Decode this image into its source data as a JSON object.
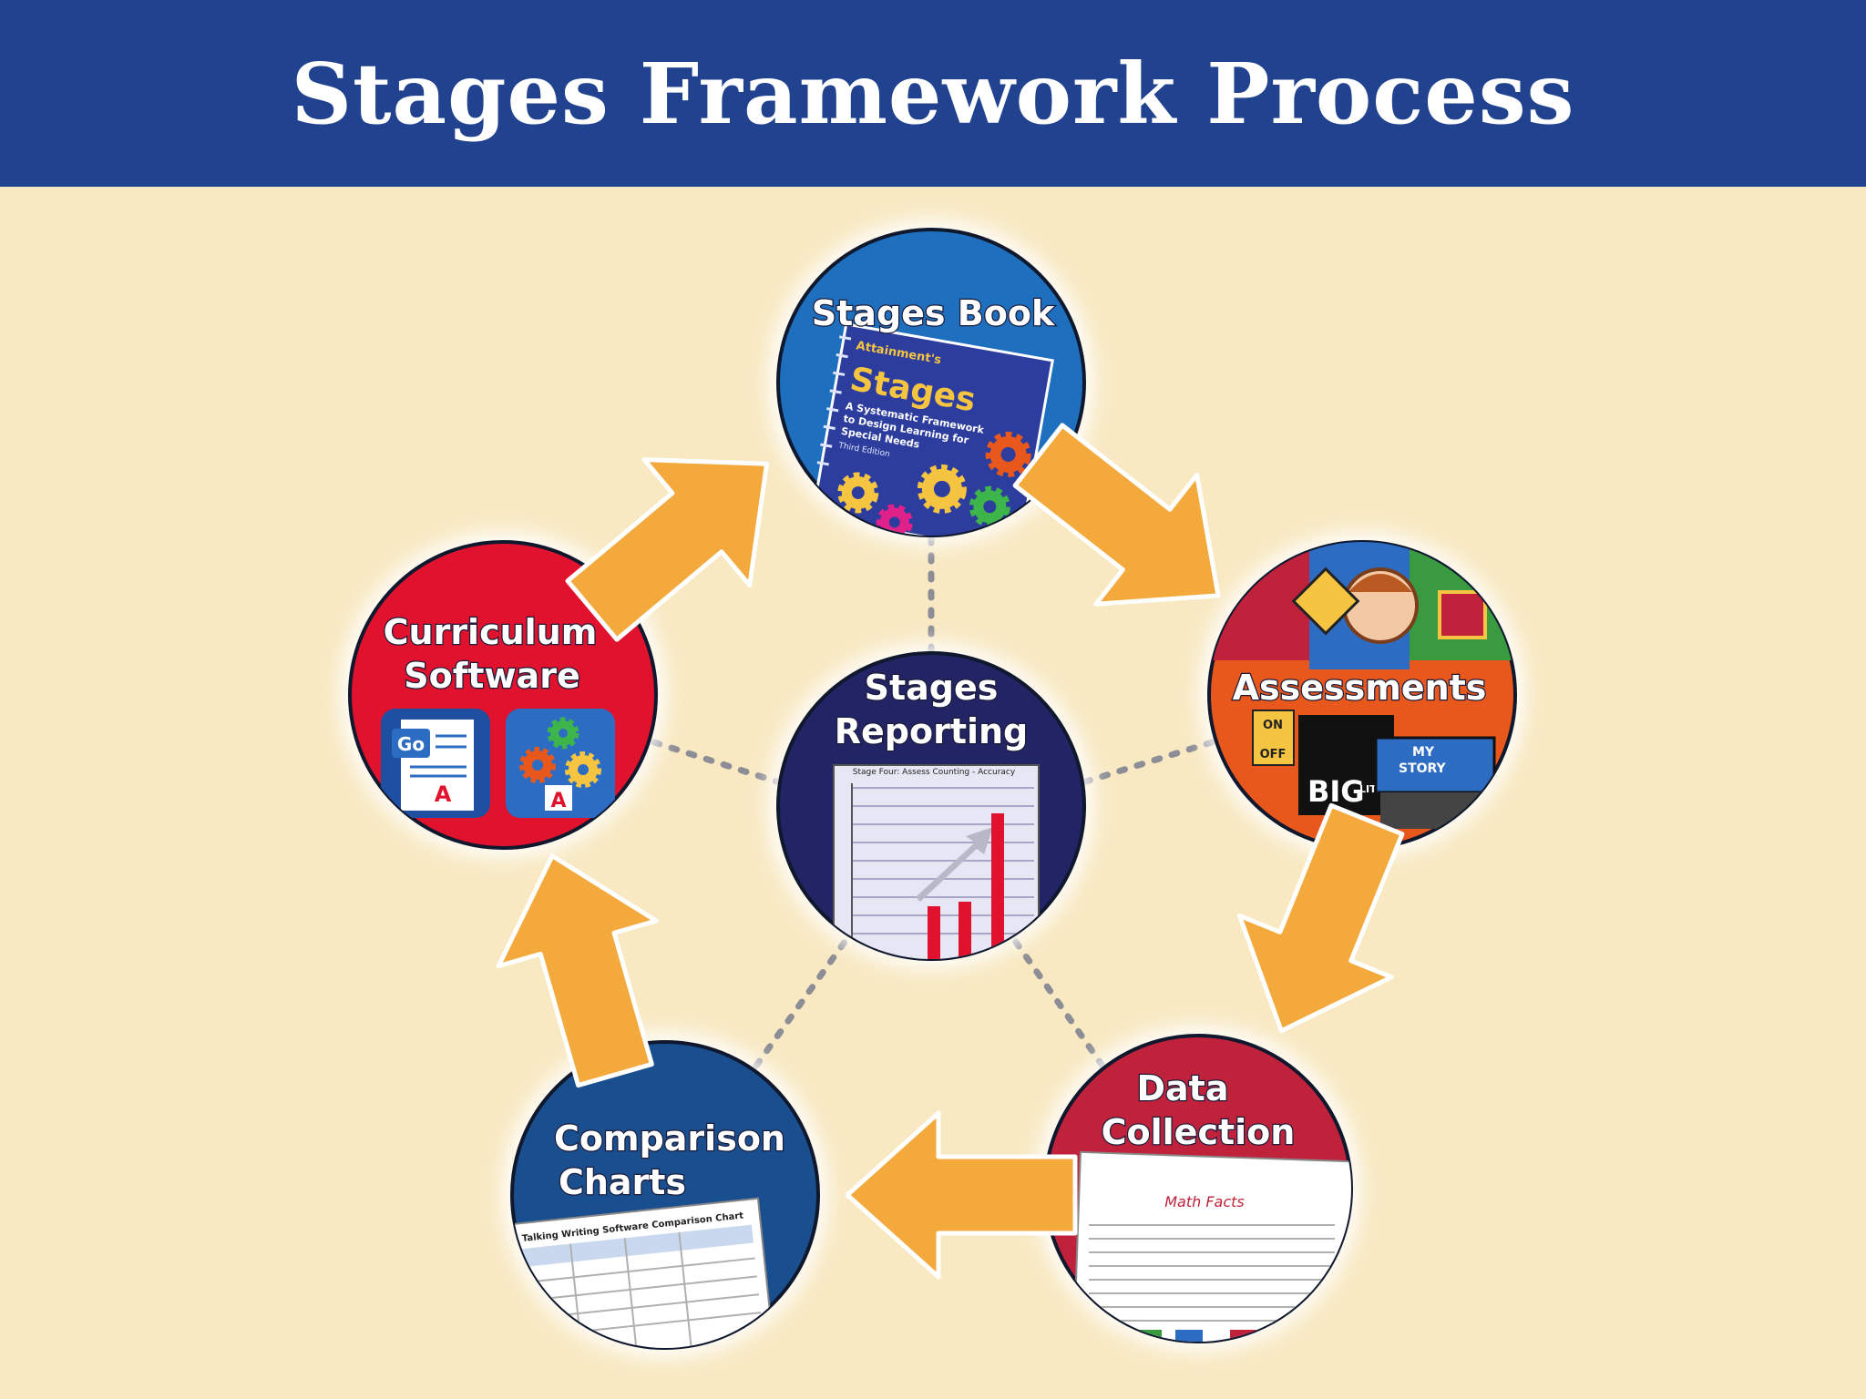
{
  "title": "Stages Framework Process",
  "colors": {
    "header": "#21428f",
    "background": "#f8e9c3",
    "arrow": "#f3a93c",
    "stages_book": "#1f6fbf",
    "assessments": "#e8581c",
    "data_collection": "#c0223b",
    "comparison_charts": "#1a4f8f",
    "curriculum_software": "#e1122d",
    "stages_reporting": "#232466"
  },
  "nodes": {
    "stages_book": {
      "line1": "Stages Book",
      "cover_publisher": "Attainment's",
      "cover_title": "Stages",
      "cover_subtitle_1": "A Systematic Framework",
      "cover_subtitle_2": "to Design Learning for",
      "cover_subtitle_3": "Special Needs",
      "cover_edition": "Third Edition"
    },
    "assessments": {
      "line1": "Assessments",
      "sign_on": "ON",
      "sign_off": "OFF",
      "sign_big": "BIG",
      "sign_little": "LITTLE",
      "sign_my": "MY",
      "sign_story": "STORY"
    },
    "data_collection": {
      "line1": "Data",
      "line2": "Collection",
      "sheet_title": "Math Facts"
    },
    "comparison_charts": {
      "line1": "Comparison",
      "line2": "Charts",
      "sheet_title": "Talking Writing Software Comparison Chart"
    },
    "curriculum_software": {
      "line1": "Curriculum",
      "line2": "Software",
      "app1_badge": "Go",
      "app1_letter": "A",
      "app2_letter": "A"
    },
    "stages_reporting": {
      "line1": "Stages",
      "line2": "Reporting",
      "chart_caption": "Stage Four:  Assess Counting  -  Accuracy"
    }
  }
}
